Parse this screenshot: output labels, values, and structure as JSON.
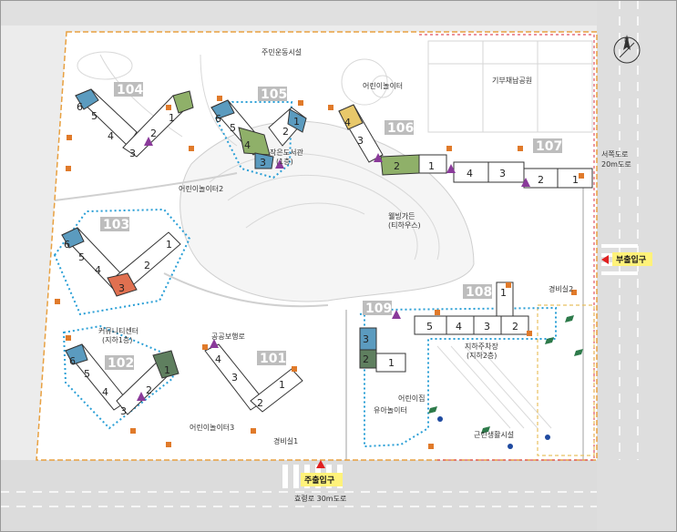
{
  "site": {
    "buildings": [
      {
        "id": "104",
        "label": "104"
      },
      {
        "id": "105",
        "label": "105"
      },
      {
        "id": "106",
        "label": "106"
      },
      {
        "id": "107",
        "label": "107"
      },
      {
        "id": "103",
        "label": "103"
      },
      {
        "id": "102",
        "label": "102"
      },
      {
        "id": "101",
        "label": "101"
      },
      {
        "id": "108",
        "label": "108"
      },
      {
        "id": "109",
        "label": "109"
      }
    ],
    "facilities": {
      "fitness": "주민운동시설",
      "playground_top": "어린이놀이터",
      "playground_left": "어린이놀이터2",
      "playground_bottom": "어린이놀이터3",
      "playground_mid": "어린이집",
      "toddler_play": "유아놀이터",
      "pocket_park": "기부채납공원",
      "small_library": "작은도서관\n(1층)",
      "community": "커뮤니티센터\n(지하1층)",
      "garden": "웰빙가든\n(티하우스)",
      "public_open": "공공보행로",
      "guard1": "경비실1",
      "guard2": "경비실2",
      "underground_parking": "근린생활시설",
      "ramp": "지하주차장\n(지하2층)"
    },
    "roads": {
      "east_road": "서쪽도로\n20m도로",
      "south_road": "효령로 30m도로"
    },
    "entrances": {
      "main": "주출입구",
      "sub": "부출입구"
    },
    "compass": "N",
    "colors": {
      "unit_blue": "#5b9bbf",
      "unit_green": "#8fb069",
      "unit_darkgreen": "#5f7f5f",
      "unit_yellow": "#e8c86a",
      "unit_orange": "#e07050",
      "boundary_orange": "#e8a040",
      "dotted_blue": "#2a9fd6",
      "boundary_red": "#e05060",
      "entry_red": "#e02020"
    }
  }
}
